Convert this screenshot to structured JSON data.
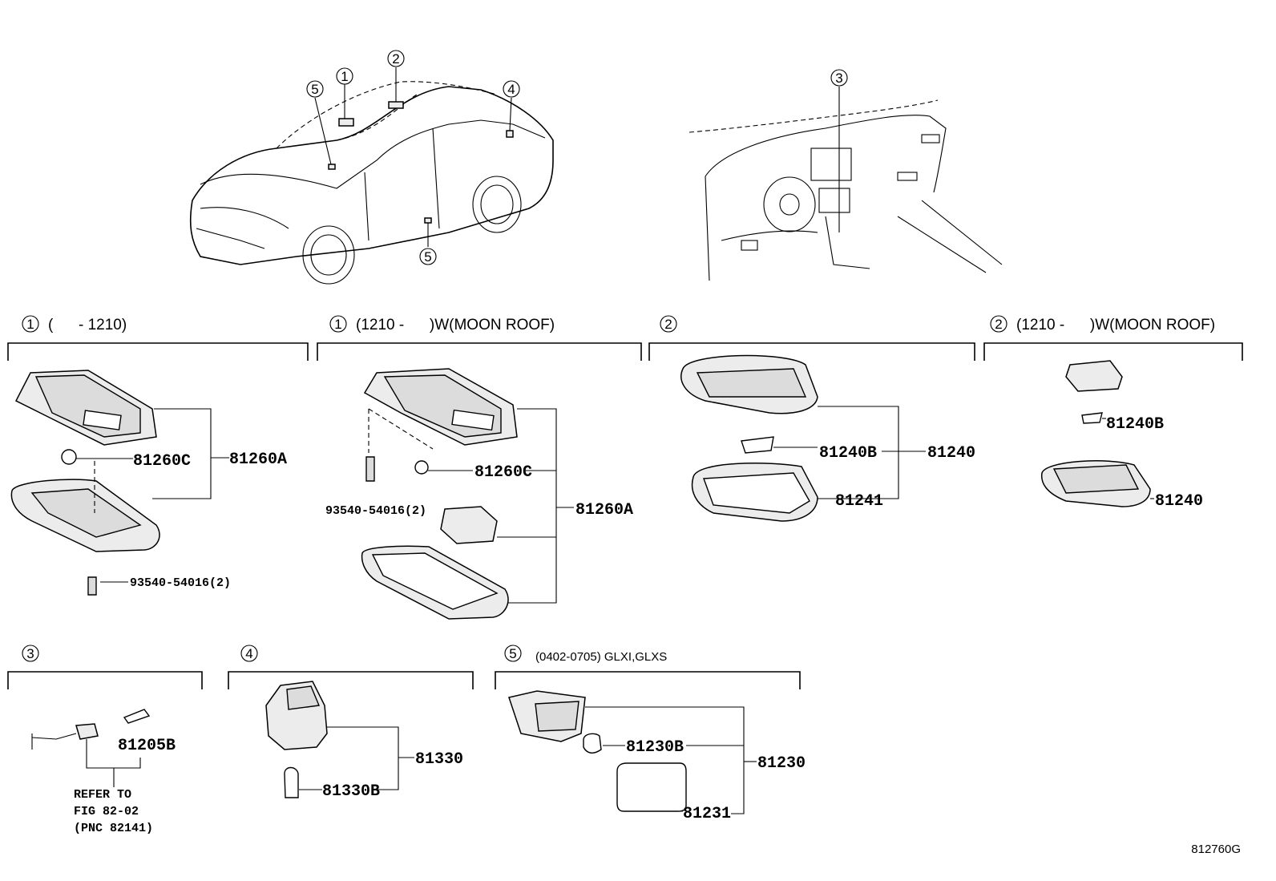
{
  "callouts": {
    "c1": "1",
    "c2": "2",
    "c3": "3",
    "c4": "4",
    "c5": "5"
  },
  "sections": {
    "s1a": {
      "num": "1",
      "title": "(      - 1210)"
    },
    "s1b": {
      "num": "1",
      "title": "(1210 -      )W(MOON ROOF)"
    },
    "s2a": {
      "num": "2",
      "title": ""
    },
    "s2b": {
      "num": "2",
      "title": "(1210 -      )W(MOON ROOF)"
    },
    "s3": {
      "num": "3",
      "title": ""
    },
    "s4": {
      "num": "4",
      "title": ""
    },
    "s5": {
      "num": "5",
      "title": "(0402-0705) GLXI,GLXS"
    }
  },
  "parts": {
    "p81260A_a": "81260A",
    "p81260C_a": "81260C",
    "p93540_a": "93540-54016(2)",
    "p93540_b": "93540-54016(2)",
    "p81260C_b": "81260C",
    "p81260A_b": "81260A",
    "p81240B_a": "81240B",
    "p81240_a": "81240",
    "p81241": "81241",
    "p81240B_b": "81240B",
    "p81240_b": "81240",
    "p81205B": "81205B",
    "p81330": "81330",
    "p81330B": "81330B",
    "p81230B": "81230B",
    "p81230": "81230",
    "p81231": "81231"
  },
  "notes": {
    "refer1": "REFER TO",
    "refer2": "FIG 82-02",
    "refer3": "(PNC 82141)"
  },
  "figure_id": "812760G"
}
